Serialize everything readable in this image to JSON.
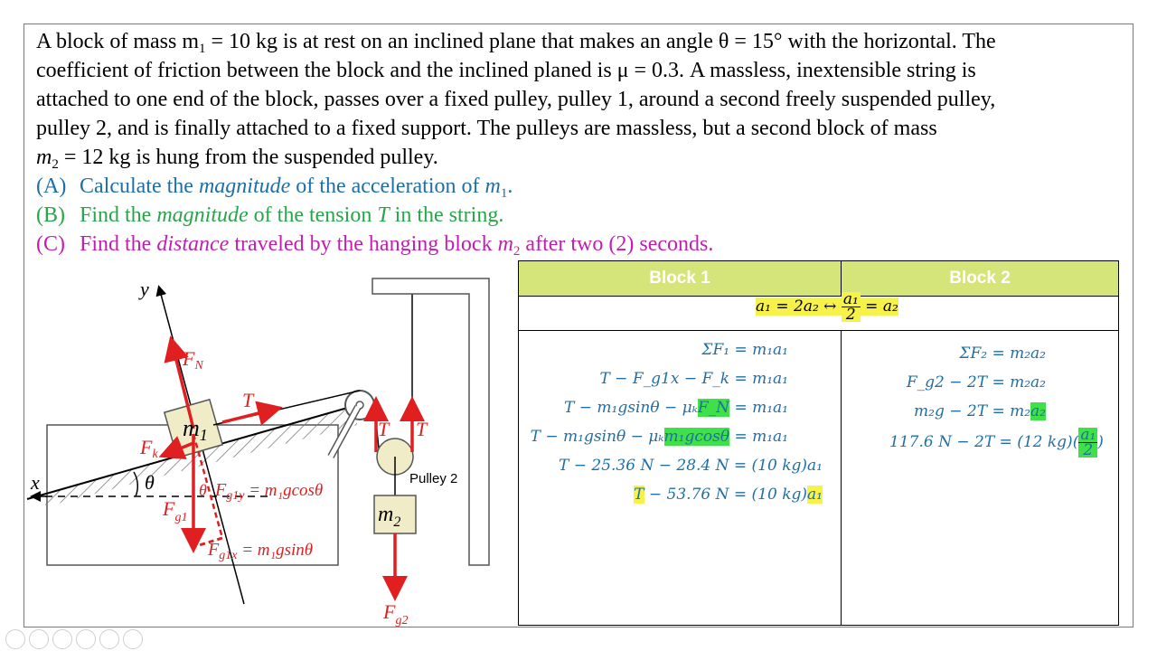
{
  "problem": {
    "l1": "A block of mass m",
    "l1_sub": "1",
    "l1b": " = 10 kg is at rest on an inclined plane that makes an angle θ = 15° with the horizontal. The",
    "l2": "coefficient of friction between the block and the inclined planed is μ = 0.3. A massless, inextensible string is",
    "l3": "attached to one end of the block, passes over a fixed pulley, pulley 1, around a second freely suspended pulley,",
    "l4": "pulley 2, and is finally attached to a fixed support. The pulleys are massless, but a second block of mass",
    "l5": "m",
    "l5_sub": "2",
    "l5b": " = 12 kg is hung from the suspended pulley."
  },
  "questions": {
    "a_label": "(A)",
    "a_pre": "Calculate the ",
    "a_em": "magnitude",
    "a_post": " of the acceleration of ",
    "a_var": "m",
    "a_sub": "1",
    "a_end": ".",
    "b_label": "(B)",
    "b_pre": "Find the ",
    "b_em": "magnitude",
    "b_post": " of the tension ",
    "b_var": "T",
    "b_end": " in the string.",
    "c_label": "(C)",
    "c_pre": "Find the ",
    "c_em": "distance",
    "c_post": " traveled by the hanging block ",
    "c_var": "m",
    "c_sub": "2",
    "c_end": " after two (2) seconds."
  },
  "table": {
    "header1": "Block 1",
    "header2": "Block 2",
    "constraint_left": "a₁ = 2a₂ ↔ ",
    "constraint_num": "a₁",
    "constraint_den": "2",
    "constraint_right": " = a₂",
    "block1": {
      "e1": "ΣF₁ = m₁a₁",
      "e2": "T − F_g1x − F_k = m₁a₁",
      "e3_pre": "T − m₁gsinθ − μₖ",
      "e3_hl": "F_N",
      "e3_post": " = m₁a₁",
      "e4_pre": "T − m₁gsinθ − μₖ",
      "e4_hl": "m₁gcosθ",
      "e4_post": " = m₁a₁",
      "e5": "T − 25.36 N − 28.4 N = (10 kg)a₁",
      "e6_hlT": "T",
      "e6_mid": " − 53.76 N = (10 kg)",
      "e6_hla": "a₁"
    },
    "block2": {
      "e1": "ΣF₂ = m₂a₂",
      "e2": "F_g2 − 2T = m₂a₂",
      "e3_pre": "m₂g − 2T = m₂",
      "e3_hl": "a₂",
      "e4_pre": "117.6 N − 2T = (12 kg)(",
      "e4_num": "a₁",
      "e4_den": "2",
      "e4_post": ")"
    }
  },
  "diagram": {
    "y_axis": "y",
    "x_axis": "x",
    "FN": "F",
    "FN_sub": "N",
    "T1": "T",
    "Fk": "F",
    "Fk_sub": "k",
    "m1": "m",
    "m1_sub": "1",
    "theta": "θ",
    "theta2": "θ",
    "Fg1y": "F",
    "Fg1y_sub": "g1y",
    "Fg1y_rhs": " = m₁gcosθ",
    "Fg1": "F",
    "Fg1_sub": "g1",
    "Fg1x": "F",
    "Fg1x_sub": "g1x",
    "Fg1x_rhs": " = m₁gsinθ",
    "T2": "T",
    "T3": "T",
    "pulley2": "Pulley 2",
    "m2": "m",
    "m2_sub": "2",
    "Fg2": "F",
    "Fg2_sub": "g2"
  },
  "colors": {
    "blue": "#1f6fa6",
    "green": "#2aa44a",
    "magenta": "#c21fb0",
    "red": "#e02020",
    "header": "#d6e57a"
  }
}
